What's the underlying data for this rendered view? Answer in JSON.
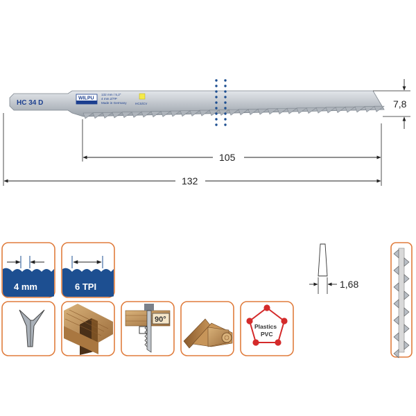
{
  "blade": {
    "code": "HC 34 D",
    "logo": "WILPU",
    "spec_line_1": "132 mm / 5,2\"",
    "spec_line_2": "4 mm Z/TP",
    "spec_line_3": "Made in Germany",
    "material": "HCS/CV"
  },
  "dimensions": {
    "width": "7,8",
    "cutting_length": "105",
    "total_length": "132",
    "thickness": "1,68"
  },
  "icons": {
    "tooth_pitch": "4 mm",
    "tpi": "6 TPI",
    "angle": "90°",
    "material_line_1": "Plastics",
    "material_line_2": "PVC"
  },
  "colors": {
    "frame_orange": "#e07c3c",
    "badge_blue": "#1d4f91",
    "blade_steel": "#b9bfc6",
    "material_red": "#d42a2a"
  }
}
